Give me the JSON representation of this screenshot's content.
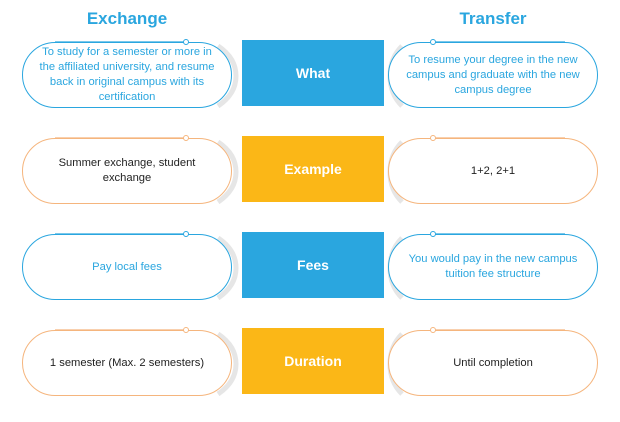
{
  "headers": {
    "left": "Exchange",
    "right": "Transfer"
  },
  "colors": {
    "blue": "#2aa6df",
    "yellow": "#fbb717",
    "text_blue": "#2aa6df",
    "text_dark": "#222222",
    "outline_orange": "#f5b57d"
  },
  "rows": [
    {
      "label": "What",
      "theme": "blue",
      "left": "To study for a semester or more in the affiliated university, and resume back in original campus with its certification",
      "right": "To resume your degree in the new campus and graduate with the new campus degree"
    },
    {
      "label": "Example",
      "theme": "yellow",
      "left": "Summer exchange, student exchange",
      "right": "1+2, 2+1"
    },
    {
      "label": "Fees",
      "theme": "blue",
      "left": "Pay local fees",
      "right": "You would pay in the new campus tuition fee structure"
    },
    {
      "label": "Duration",
      "theme": "yellow",
      "left": "1 semester (Max. 2 semesters)",
      "right": "Until completion"
    }
  ]
}
